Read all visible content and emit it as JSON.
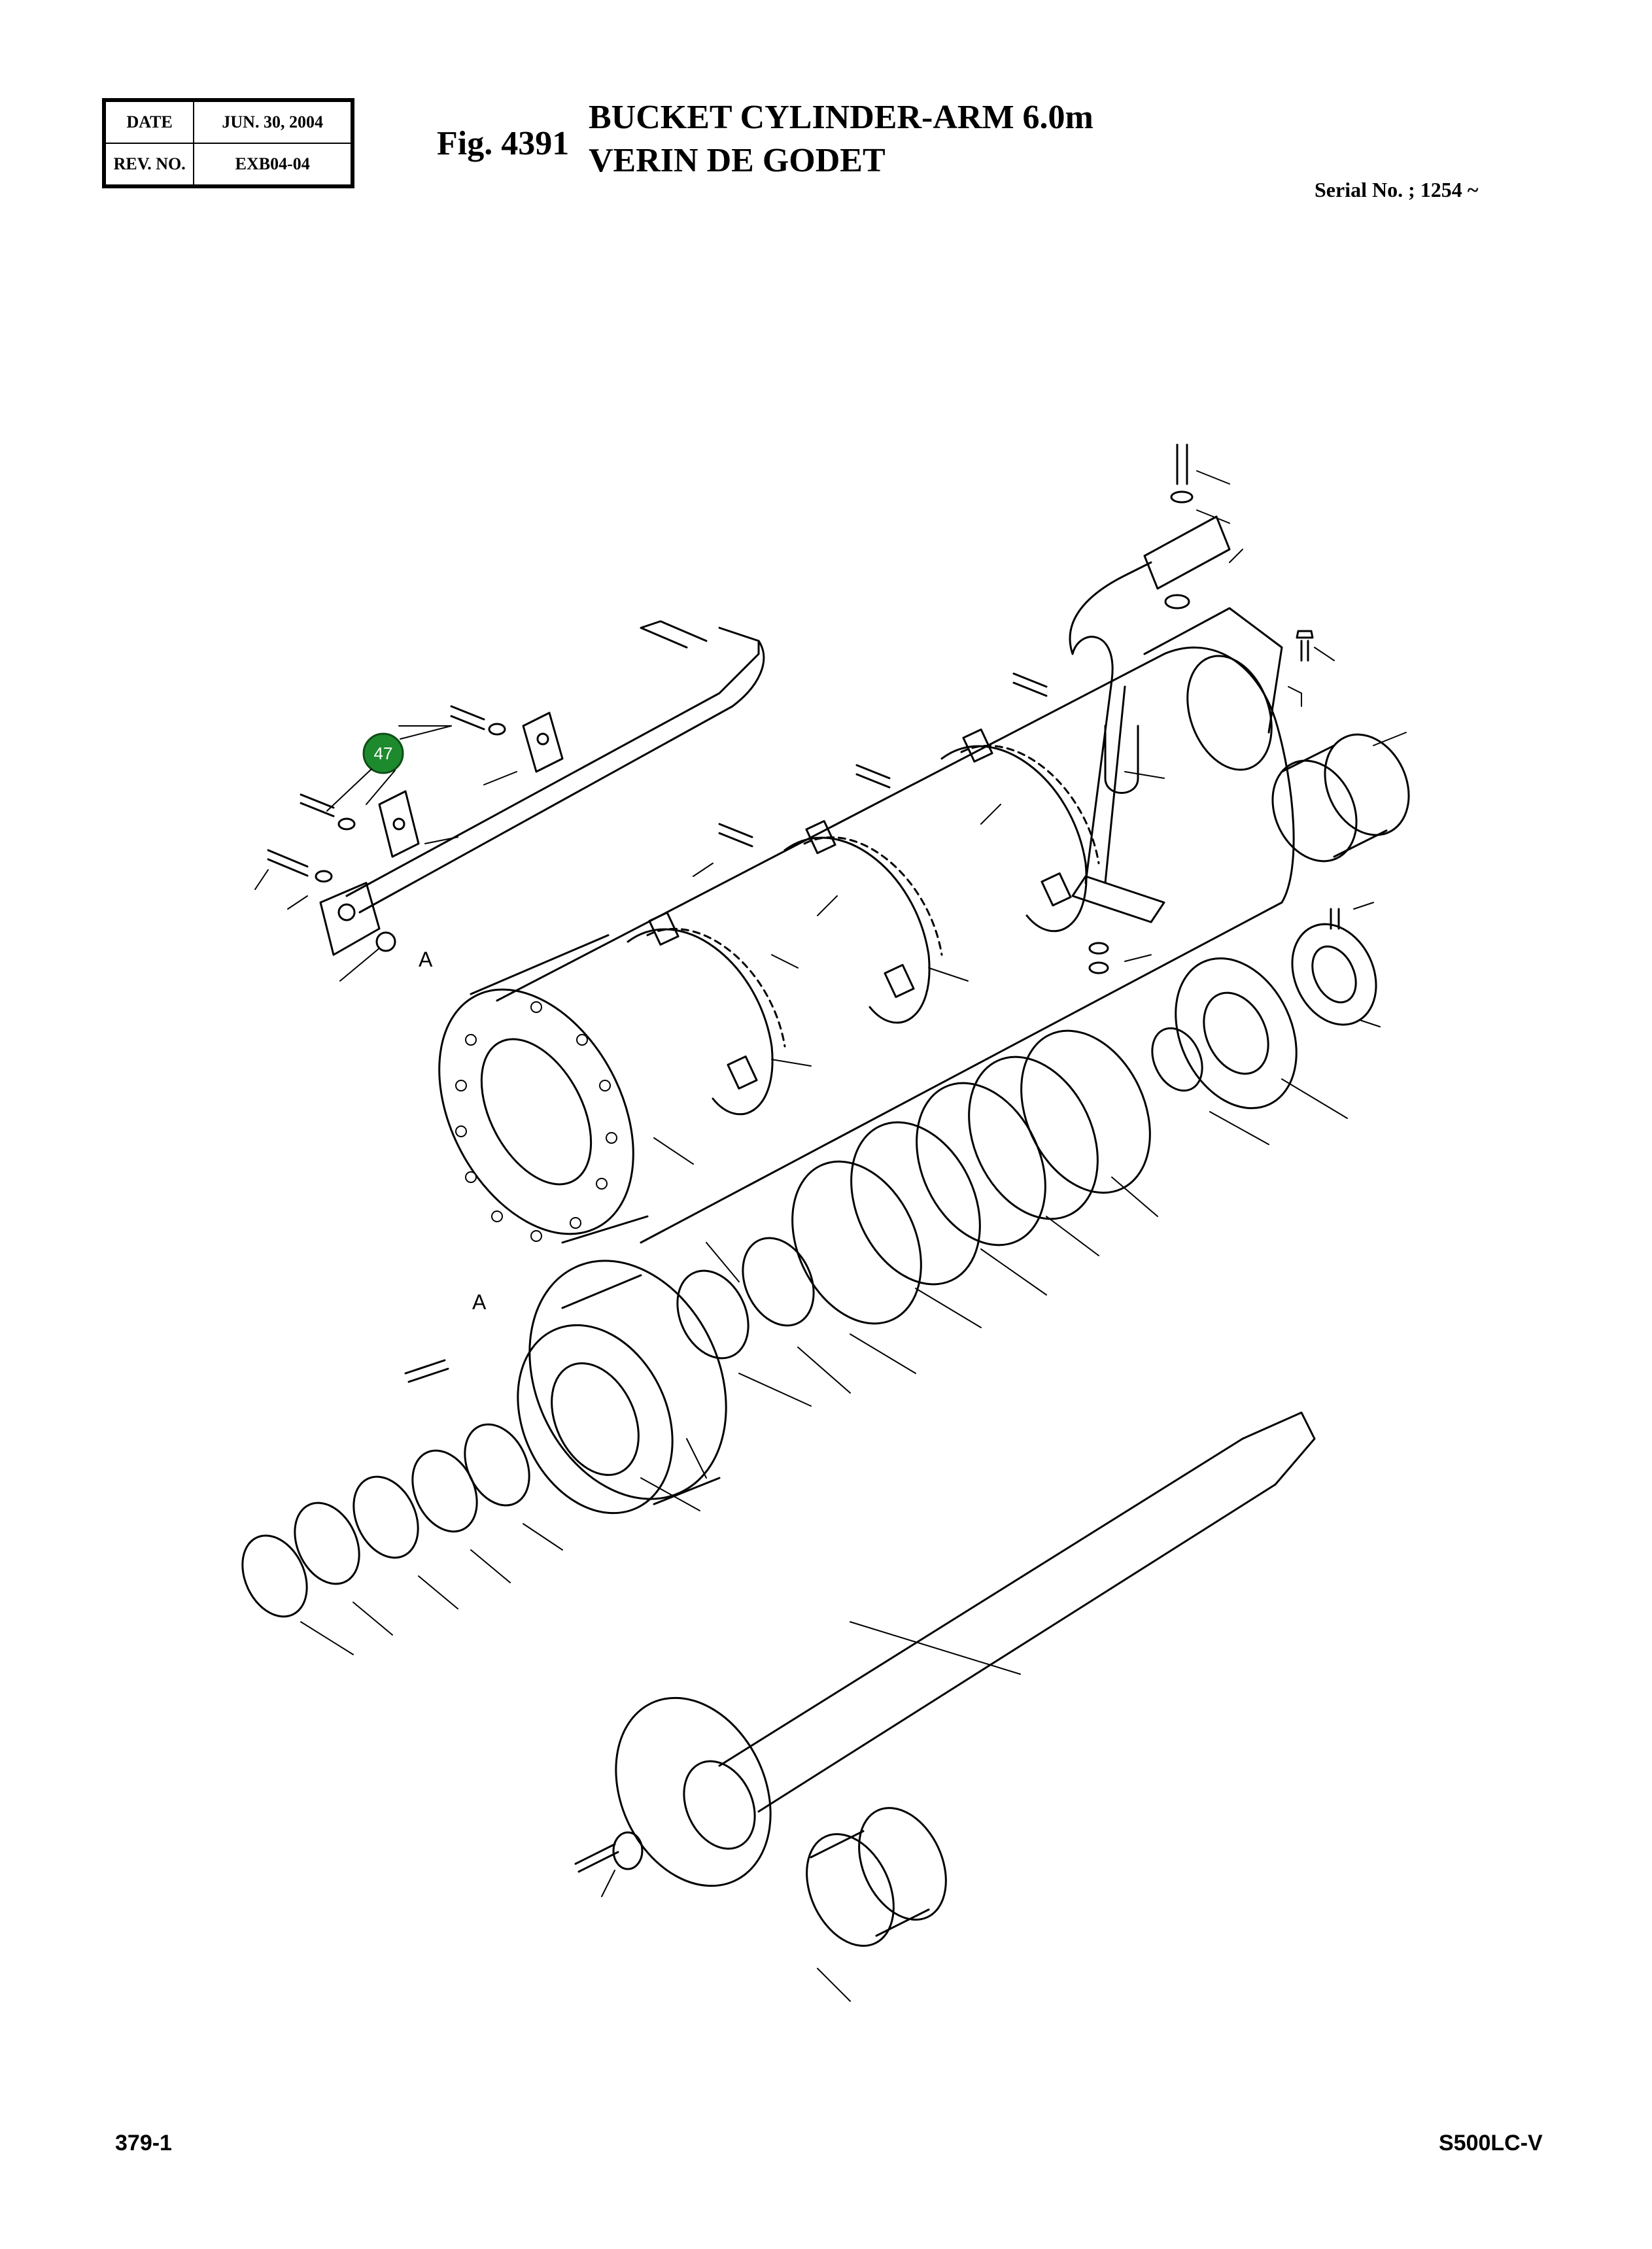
{
  "info_box": {
    "date_label": "DATE",
    "date_value": "JUN. 30, 2004",
    "rev_label": "REV. NO.",
    "rev_value": "EXB04-04"
  },
  "figure": {
    "number": "Fig. 4391",
    "title_en": "BUCKET CYLINDER-ARM 6.0m",
    "title_fr": "VERIN DE GODET",
    "serial": "Serial No. ; 1254 ~"
  },
  "callout": {
    "number": "47",
    "color": "#1e8a2e"
  },
  "detail_label": "A",
  "footer": {
    "page": "379-1",
    "model": "S500LC-V"
  }
}
